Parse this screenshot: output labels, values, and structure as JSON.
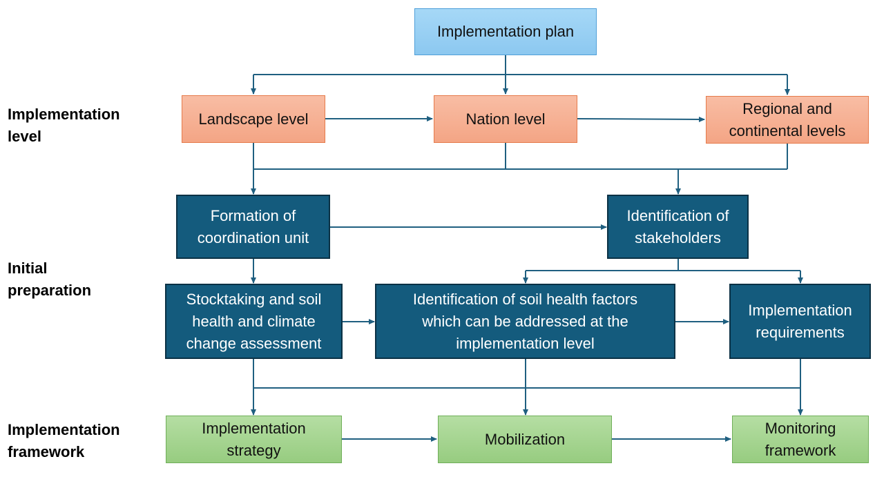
{
  "stages": {
    "implementation_level": "Implementation\nlevel",
    "initial_preparation": "Initial\npreparation",
    "implementation_framework": "Implementation\nframework"
  },
  "nodes": {
    "implementation_plan": "Implementation plan",
    "landscape_level": "Landscape level",
    "nation_level": "Nation level",
    "regional_continental": "Regional and\ncontinental levels",
    "coordination_unit": "Formation of\ncoordination unit",
    "stakeholders": "Identification of\nstakeholders",
    "stocktaking": "Stocktaking and soil\nhealth and climate\nchange  assessment",
    "soil_health_factors": "Identification of soil health factors\nwhich  can be addressed at the\nimplementation level",
    "implementation_requirements": "Implementation\nrequirements",
    "implementation_strategy": "Implementation\nstrategy",
    "mobilization": "Mobilization",
    "monitoring_framework": "Monitoring\nframework"
  },
  "colors": {
    "plan": "#9fd3f5",
    "level": "#f6b194",
    "preparation": "#145b7d",
    "framework": "#a6d592",
    "connector": "#1f5f80"
  }
}
